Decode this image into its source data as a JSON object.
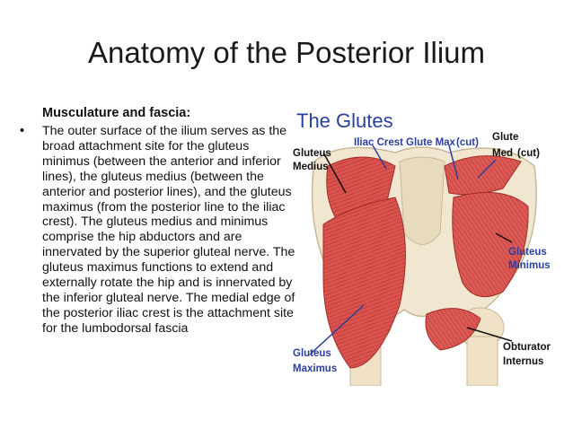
{
  "slide": {
    "title": "Anatomy of the Posterior Ilium",
    "subheading": "Musculature and fascia:",
    "bullet_marker": "•",
    "bullet_text": "The outer surface of the ilium serves as the broad attachment site for the gluteus minimus (between the anterior and inferior lines), the gluteus medius (between the anterior and posterior lines), and the gluteus maximus (from the posterior line to the iliac crest). The gluteus medius and minimus comprise the hip abductors and are innervated by the superior gluteal nerve. The gluteus maximus functions to extend and externally rotate the hip and is innervated by the inferior gluteal nerve. The medial edge of the posterior iliac crest is the attachment site for the lumbodorsal fascia"
  },
  "figure": {
    "heading": "The Glutes",
    "labels": {
      "gluteus_medius_1": "Gluteus",
      "gluteus_medius_2": "Medius",
      "iliac_crest": "Iliac Crest",
      "glute_max_cut_1": "Glute Max",
      "glute_max_cut_2": "(cut)",
      "glute_med_cut_1": "Glute",
      "glute_med_cut_2": "Med",
      "glute_med_cut_3": "(cut)",
      "gluteus_minimus_1": "Gluteus",
      "gluteus_minimus_2": "Minimus",
      "gluteus_maximus_1": "Gluteus",
      "gluteus_maximus_2": "Maximus",
      "obturator_1": "Obturator",
      "obturator_2": "Internus"
    },
    "colors": {
      "label_blue": "#2b3f9e",
      "muscle_red": "#d9544f",
      "bone": "#f1e6cf"
    }
  }
}
